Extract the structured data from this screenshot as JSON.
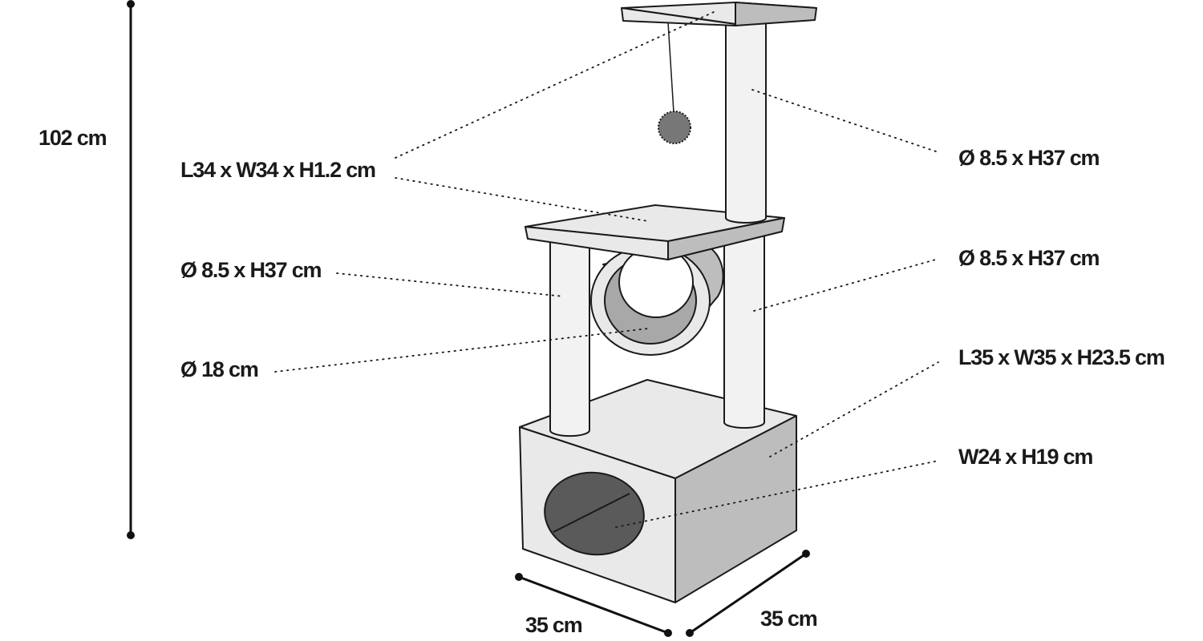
{
  "dimensions": {
    "total_height": "102 cm",
    "top_platform": "L34 x W34 x H1.2 cm",
    "upper_post": "Ø 8.5 x H37 cm",
    "left_post": "Ø 8.5 x H37 cm",
    "right_post": "Ø 8.5 x H37 cm",
    "tunnel": "Ø 18 cm",
    "base_box": "L35 x W35 x H23.5 cm",
    "entrance": "W24 x H19 cm",
    "base_length": "35 cm",
    "base_width": "35 cm"
  },
  "colors": {
    "outline": "#1a1a1a",
    "light_fill": "#e9e9e9",
    "mid_fill": "#bdbdbd",
    "dark_fill": "#5a5a5a"
  }
}
